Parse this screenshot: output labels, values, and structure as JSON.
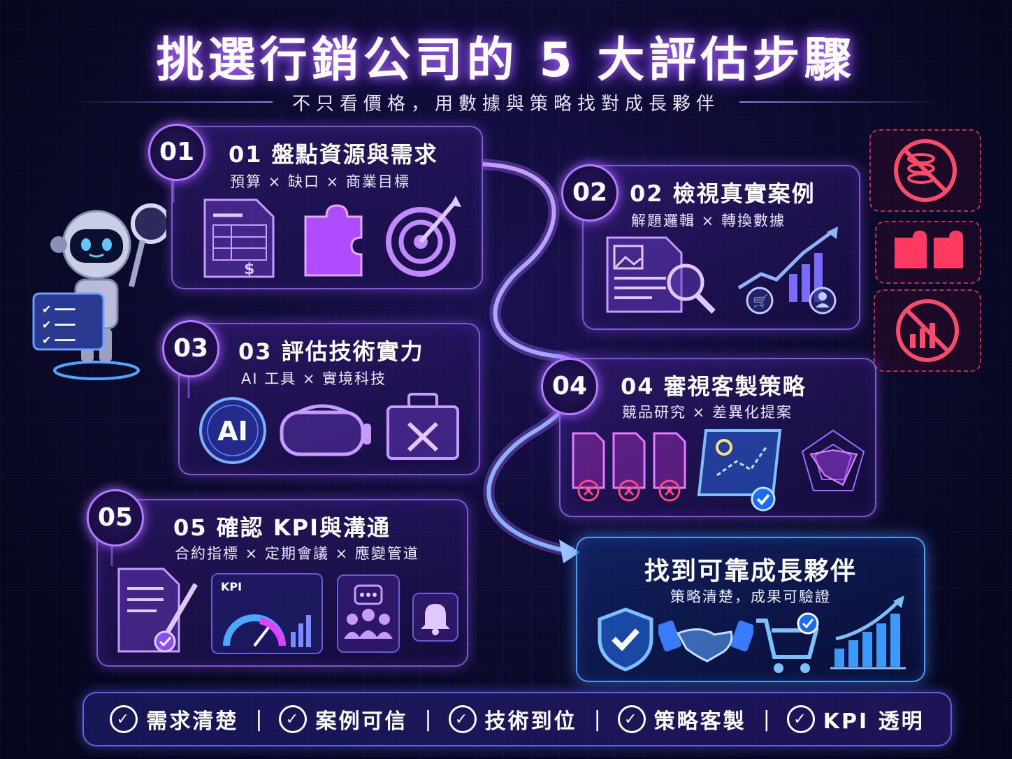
{
  "title": "挑選行銷公司的 5 大評估步驟",
  "subtitle": "不只看價格，用數據與策略找對成長夥伴",
  "steps": [
    {
      "badge": "01",
      "title": "01 盤點資源與需求",
      "sub": "預算 × 缺口 × 商業目標"
    },
    {
      "badge": "02",
      "title": "02 檢視真實案例",
      "sub": "解題邏輯 × 轉換數據"
    },
    {
      "badge": "03",
      "title": "03 評估技術實力",
      "sub": "AI 工具 × 實境科技"
    },
    {
      "badge": "04",
      "title": "04 審視客製策略",
      "sub": "競品研究 × 差異化提案"
    },
    {
      "badge": "05",
      "title": "05 確認 KPI與溝通",
      "sub": "合約指標 × 定期會議 × 應變管道"
    }
  ],
  "result": {
    "title": "找到可靠成長夥伴",
    "sub": "策略清楚，成果可驗證"
  },
  "icons": {
    "ai_label": "AI",
    "kpi_label": "KPI",
    "dollar_label": "$"
  },
  "checklist": [
    "需求清楚",
    "案例可信",
    "技術到位",
    "策略客製",
    "KPI 透明"
  ],
  "separator": "|",
  "colors": {
    "accent_purple": "#b47cff",
    "accent_blue": "#4aa8ff",
    "warning_red": "#ff4a6a"
  }
}
